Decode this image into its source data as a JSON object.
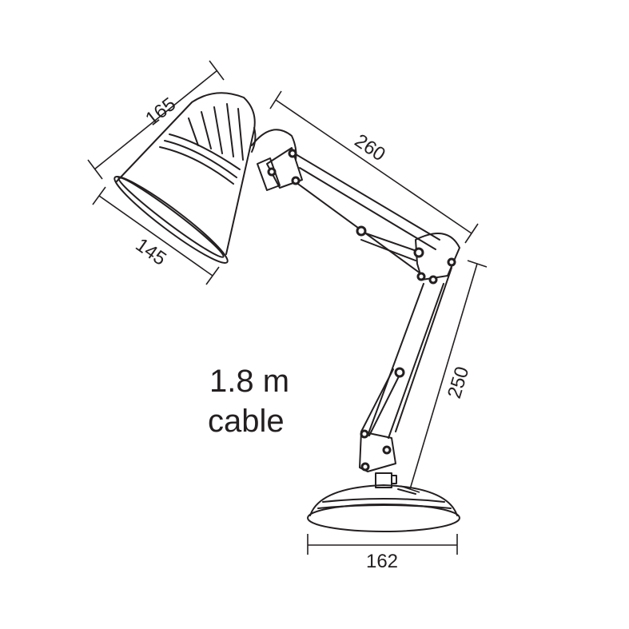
{
  "dimensions": {
    "shade_height": "165",
    "shade_diameter": "145",
    "upper_arm": "260",
    "lower_arm": "250",
    "base_diameter": "162"
  },
  "cable_note": {
    "line1": "1.8 m",
    "line2": "cable"
  }
}
